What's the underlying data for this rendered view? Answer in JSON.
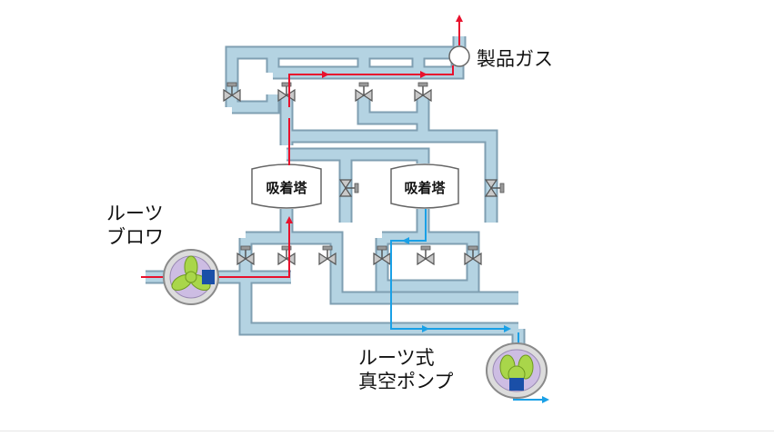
{
  "labels": {
    "product_gas": "製品ガス",
    "roots_blower_line1": "ルーツ",
    "roots_blower_line2": "ブロワ",
    "roots_pump_line1": "ルーツ式",
    "roots_pump_line2": "真空ポンプ",
    "tower_left": "吸着塔",
    "tower_right": "吸着塔"
  },
  "colors": {
    "pipe_fill": "#b4d3e2",
    "pipe_edge": "#7f9fb2",
    "feed_flow": "#e8112d",
    "vacuum_flow": "#1aa0e6",
    "rotor": "#a9d64a",
    "pump_body": "#dcdcdc",
    "pump_inner": "#cdbde3",
    "valve": "#c9c9c9"
  },
  "icons": [
    "valve-icon",
    "roots-blower-icon",
    "roots-vacuum-pump-icon",
    "adsorption-tower-icon",
    "gas-outlet-icon"
  ]
}
